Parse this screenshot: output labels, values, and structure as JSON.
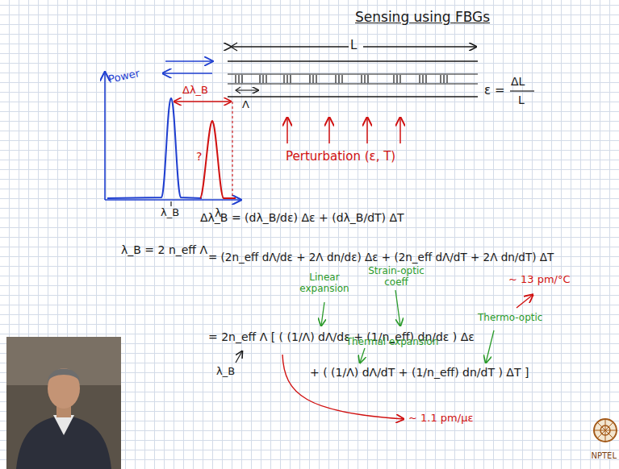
{
  "diagram": {
    "title": "Sensing using FBGs",
    "labels": [
      "L",
      "Λ",
      "ε =",
      "ΔL",
      "L",
      "Power",
      "Δλ_B",
      "?",
      "λ_B",
      "λ",
      "Perturbation (ε, T)",
      "Δλ_B = (dλ_B/dε) Δε + (dλ_B/dT) ΔT",
      "λ_B = 2 n_eff Λ",
      "= (2n_eff dΛ/dε + 2Λ dn/dε) Δε + (2n_eff dΛ/dT + 2Λ dn/dT) ΔT",
      "Linear expansion",
      "Strain-optic coeff",
      "~ 13 pm/°C",
      "= 2n_eff Λ [ ( (1/Λ) dΛ/dε + (1/n_eff) dn/dε ) Δε",
      "Thermal expansion",
      "Thermo-optic",
      "λ_B",
      "+ ( (1/Λ) dΛ/dT + (1/n_eff) dn/dT ) ΔT ]",
      "~ 1.1 pm/με",
      "NPTEL"
    ]
  }
}
